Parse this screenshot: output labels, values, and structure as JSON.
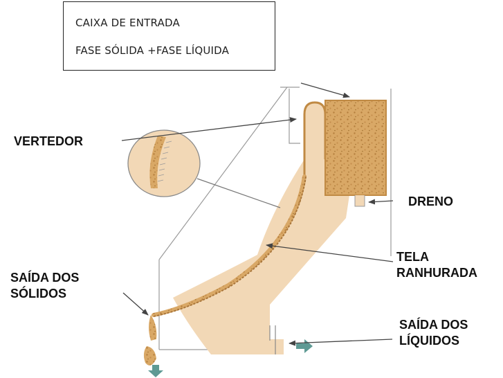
{
  "entry_box": {
    "line1": "CAIXA DE ENTRADA",
    "line2": "FASE SÓLIDA +FASE LÍQUIDA"
  },
  "labels": {
    "vertedor": "VERTEDOR",
    "dreno": "DRENO",
    "tela_line1": "TELA",
    "tela_line2": "RANHURADA",
    "saida_solidos_line1": "SAÍDA DOS",
    "saida_solidos_line2": "SÓLIDOS",
    "saida_liquidos_line1": "SAÍDA DOS",
    "saida_liquidos_line2": "LÍQUIDOS"
  },
  "colors": {
    "tank_fill": "#f2d8b6",
    "solids_fill": "#d4a15a",
    "solids_dark": "#9a6a2c",
    "outline": "#8a8a8a",
    "arrow": "#444444",
    "outlet_arrow": "#5e9a94"
  }
}
